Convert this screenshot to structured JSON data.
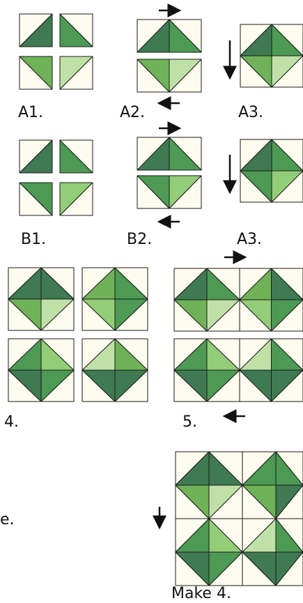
{
  "colors": {
    "cream": "#fefbef",
    "dark": "#3f7a52",
    "medium": "#4c9a53",
    "lightMedium": "#6fb257",
    "light": "#bfe1a8",
    "lightAlt": "#93cd78",
    "stroke": "#1a1a1a"
  },
  "labels": {
    "a1": "A1.",
    "a2": "A2.",
    "a3_top": "A3.",
    "b1": "B1.",
    "b2": "B2.",
    "a3_bottom": "A3.",
    "step4": "4.",
    "step5": "5.",
    "make": "Make 4.",
    "cut_text": "e."
  }
}
